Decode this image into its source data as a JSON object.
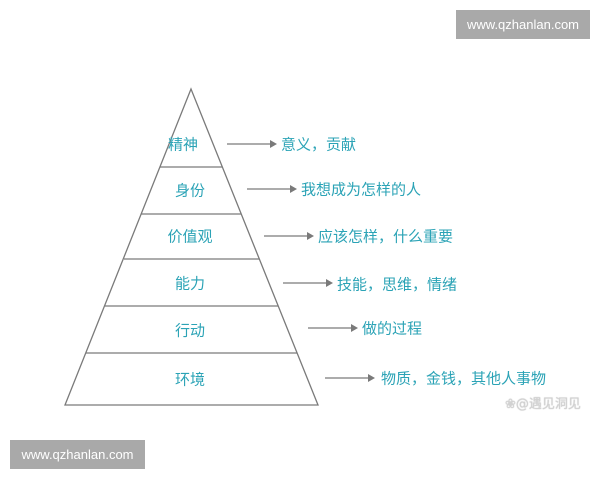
{
  "watermarks": {
    "top": "www.qzhanlan.com",
    "bottom": "www.qzhanlan.com",
    "credit": "❀@遇见洞见"
  },
  "colors": {
    "text": "#2ba3b6",
    "line": "#7a7a7a",
    "watermark_bg": "#a9a9a9"
  },
  "pyramid": {
    "levels": [
      {
        "label": "精神",
        "description": "意义，贡献"
      },
      {
        "label": "身份",
        "description": "我想成为怎样的人"
      },
      {
        "label": "价值观",
        "description": "应该怎样，什么重要"
      },
      {
        "label": "能力",
        "description": "技能，思维，情绪"
      },
      {
        "label": "行动",
        "description": "做的过程"
      },
      {
        "label": "环境",
        "description": "物质，金钱，其他人事物"
      }
    ]
  }
}
